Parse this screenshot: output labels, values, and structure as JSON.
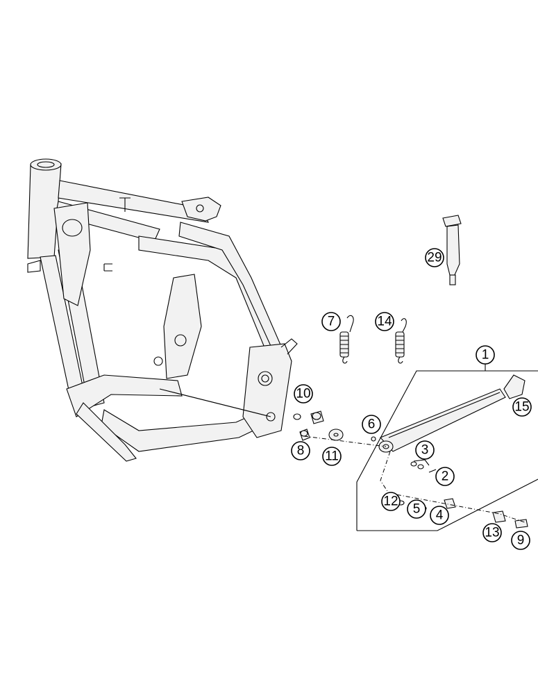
{
  "diagram": {
    "callouts": [
      {
        "id": "c1",
        "label": "1"
      },
      {
        "id": "c2",
        "label": "2"
      },
      {
        "id": "c3",
        "label": "3"
      },
      {
        "id": "c4",
        "label": "4"
      },
      {
        "id": "c5",
        "label": "5"
      },
      {
        "id": "c6",
        "label": "6"
      },
      {
        "id": "c7",
        "label": "7"
      },
      {
        "id": "c8",
        "label": "8"
      },
      {
        "id": "c9",
        "label": "9"
      },
      {
        "id": "c10",
        "label": "10"
      },
      {
        "id": "c11",
        "label": "11"
      },
      {
        "id": "c12",
        "label": "12"
      },
      {
        "id": "c13",
        "label": "13"
      },
      {
        "id": "c14",
        "label": "14"
      },
      {
        "id": "c15",
        "label": "15"
      },
      {
        "id": "c29",
        "label": "29"
      }
    ]
  }
}
